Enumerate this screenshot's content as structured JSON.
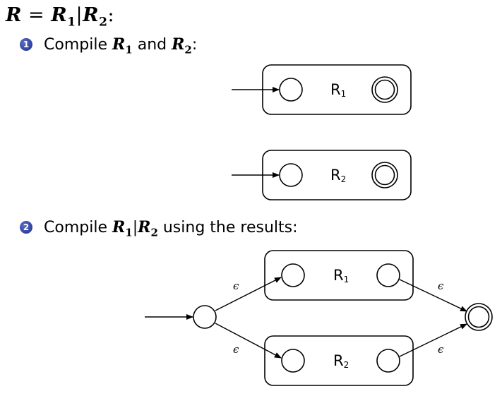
{
  "title": {
    "lhs": "R",
    "eq": " = ",
    "r1": "R",
    "r1_sub": "1",
    "bar": "|",
    "r2": "R",
    "r2_sub": "2",
    "colon": ":"
  },
  "step1": {
    "num": "1",
    "text_a": "Compile ",
    "r1": "R",
    "r1_sub": "1",
    "text_b": " and ",
    "r2": "R",
    "r2_sub": "2",
    "colon": ":"
  },
  "step2": {
    "num": "2",
    "text_a": "Compile ",
    "r1": "R",
    "r1_sub": "1",
    "bar": "|",
    "r2": "R",
    "r2_sub": "2",
    "text_b": " using the results:"
  },
  "diagram": {
    "box1_label": "R",
    "box1_sub": "1",
    "box2_label": "R",
    "box2_sub": "2",
    "combo_box1_label": "R",
    "combo_box1_sub": "1",
    "combo_box2_label": "R",
    "combo_box2_sub": "2",
    "epsilon": "ϵ"
  }
}
